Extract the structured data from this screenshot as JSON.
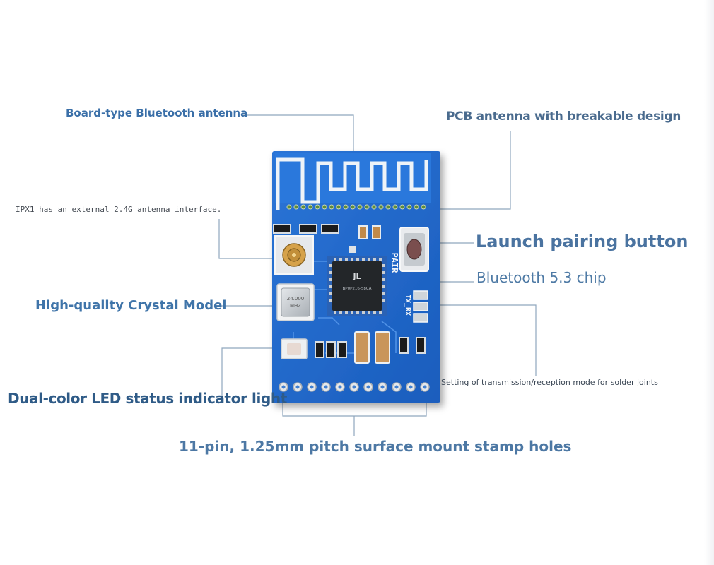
{
  "labels": {
    "board_antenna": "Board-type Bluetooth antenna",
    "pcb_antenna": "PCB antenna with breakable design",
    "ipx": "IPX1 has an external  2.4G antenna interface.",
    "pairing_button": "Launch pairing button",
    "chip": "Bluetooth 5.3 chip",
    "crystal": "High-quality Crystal Model",
    "mode": "Setting of transmission/reception mode for solder joints",
    "led": "Dual-color LED status indicator light",
    "pins": "11-pin, 1.25mm pitch surface mount stamp holes"
  },
  "board": {
    "silk_pair": "PAIR",
    "silk_txrx": "TX_RX",
    "chip_marking": "BP0P216-58CA",
    "crystal_marking": "24.000\nMHZ",
    "pin_count": 11
  },
  "colors": {
    "pcb": "#1f66c9",
    "label_blue": "#3d6893",
    "leader": "#8fa6bd"
  }
}
